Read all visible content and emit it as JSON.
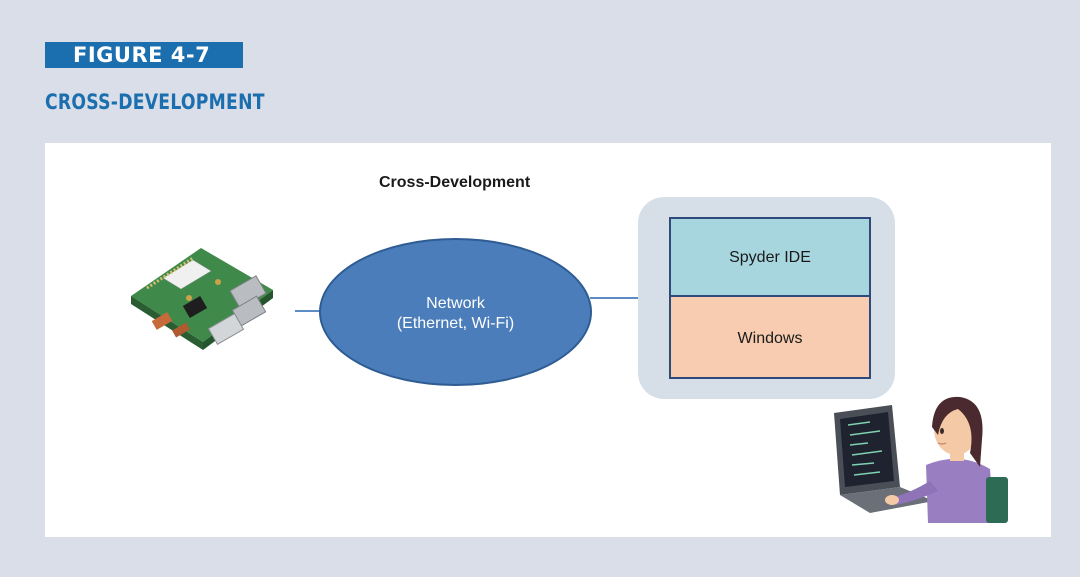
{
  "figure": {
    "label": "FIGURE 4-7",
    "title": "CROSS-DEVELOPMENT"
  },
  "diagram": {
    "title": "Cross-Development",
    "network": {
      "line1": "Network",
      "line2": "(Ethernet, Wi-Fi)"
    },
    "computer": {
      "top_layer": "Spyder IDE",
      "bottom_layer": "Windows"
    },
    "images": {
      "device": "raspberry-pi-board",
      "user": "person-at-laptop"
    }
  },
  "colors": {
    "background": "#d9dee8",
    "accent": "#1c6fae",
    "network_fill": "#4a7dba",
    "ide_fill": "#a8d6df",
    "windows_fill": "#f7ccb0",
    "computer_frame": "#d6dee8"
  }
}
